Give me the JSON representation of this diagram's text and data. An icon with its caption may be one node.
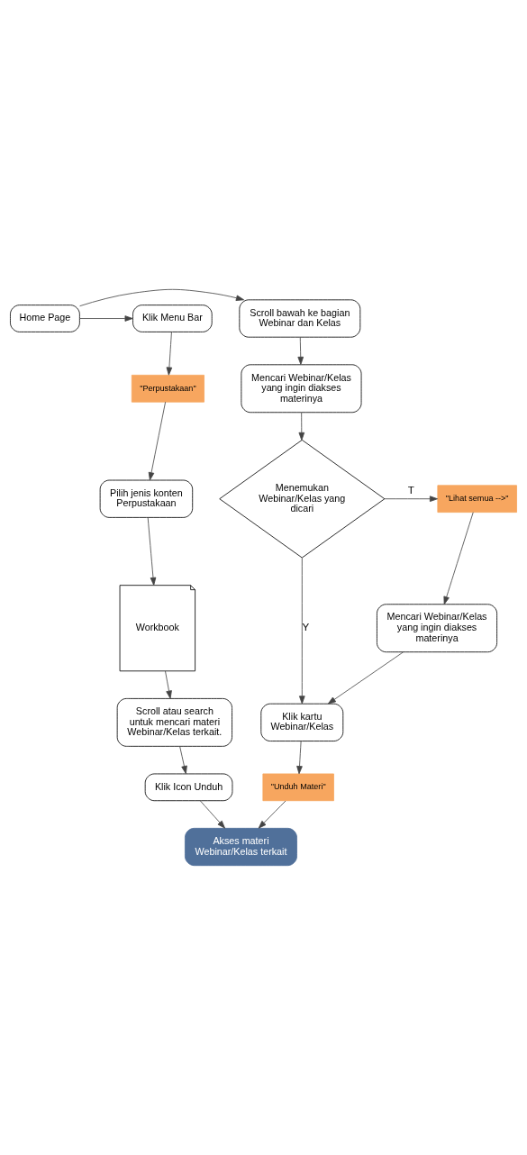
{
  "diagram": {
    "nodes": [
      {
        "text": [
          "Home Page"
        ]
      },
      {
        "text": [
          "Klik Menu Bar"
        ]
      },
      {
        "text": [
          "Scroll bawah ke bagian Webinar dan Kelas"
        ]
      },
      {
        "text": [
          "\"Perpustakaan\""
        ]
      },
      {
        "text": [
          "Mencari Webinar/Kelas yang ingin diakses materinya"
        ]
      },
      {
        "text": [
          "Pilih jenis konten Perpustakaan"
        ]
      },
      {
        "text": [
          "Menemukan Webinar/Kelas yang dicari"
        ]
      },
      {
        "text": [
          "\"Lihat semua -->\""
        ]
      },
      {
        "text": [
          "Workbook"
        ]
      },
      {
        "text": [
          "Mencari Webinar/Kelas yang ingin diakses materinya"
        ]
      },
      {
        "text": [
          "Scroll atau search untuk mencari materi Webinar/Kelas terkait."
        ]
      },
      {
        "text": [
          "Klik kartu Webinar/Kelas"
        ]
      },
      {
        "text": [
          "Klik Icon Unduh"
        ]
      },
      {
        "text": [
          "\"Unduh Materi\""
        ]
      },
      {
        "text": [
          "Akses materi Webinar/Kelas terkait"
        ]
      }
    ],
    "edges": [
      {
        "from": 0,
        "to": 1,
        "arrow": "to"
      },
      {
        "from": 0,
        "to": 2,
        "arrow": "to"
      },
      {
        "from": 1,
        "to": 3,
        "arrow": "to"
      },
      {
        "from": 3,
        "to": 5,
        "arrow": "to"
      },
      {
        "from": 5,
        "to": 8,
        "arrow": "to"
      },
      {
        "from": 8,
        "to": 10,
        "arrow": "to"
      },
      {
        "from": 10,
        "to": 12,
        "arrow": "to"
      },
      {
        "from": 12,
        "to": 14,
        "arrow": "to"
      },
      {
        "from": 2,
        "to": 4,
        "arrow": "to"
      },
      {
        "from": 4,
        "to": 6,
        "arrow": "to"
      },
      {
        "from": 6,
        "to": 7,
        "label": "T",
        "arrow": "to"
      },
      {
        "from": 7,
        "to": 9,
        "arrow": "to"
      },
      {
        "from": 9,
        "to": 11,
        "arrow": "to"
      },
      {
        "from": 6,
        "to": 11,
        "label": "Y",
        "arrow": "to"
      },
      {
        "from": 11,
        "to": 13,
        "arrow": "to"
      },
      {
        "from": 13,
        "to": 14,
        "arrow": "to"
      }
    ]
  }
}
